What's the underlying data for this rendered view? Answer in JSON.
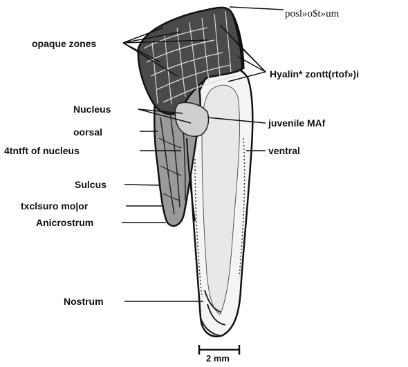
{
  "colors": {
    "ink": "#111111",
    "background": "#ffffff",
    "shade": "#3a3a3a"
  },
  "labels": {
    "posterostum": "posl»o$t»um",
    "opaque_zones": "opaque  zones",
    "hyaline_zones": "Hyalin*  zontt(rtof»)i",
    "nucleus": "Nucleus",
    "dorsal": "oorsal",
    "juvenile": "juvenile  MAf",
    "nucleus_part": "4tntft  of  nucleus",
    "ventral": "ventral",
    "sulcus": "Sulcus",
    "excisure": "txclsuro  mo|or",
    "anicrostrum": "Anicrostrum",
    "nostrum": "Nostrum",
    "scale": "2 mm"
  }
}
